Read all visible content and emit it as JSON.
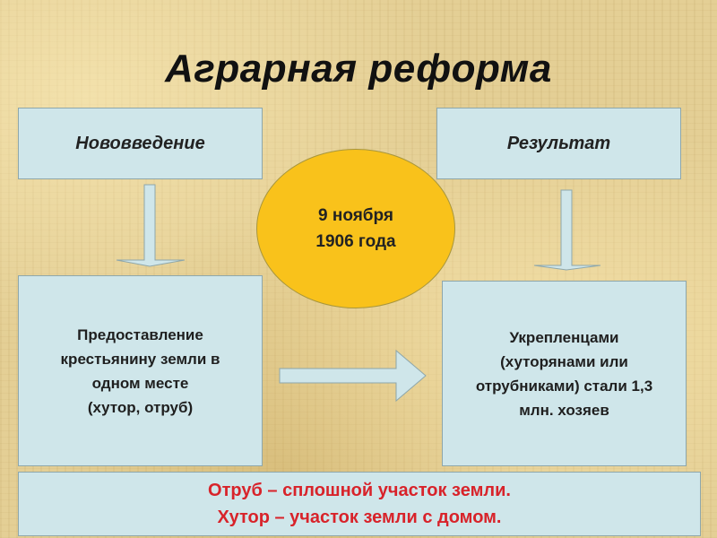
{
  "title": "Аграрная реформа",
  "left_header": "Нововведение",
  "right_header": "Результат",
  "center_date": {
    "line1": "9 ноября",
    "line2": "1906 года"
  },
  "left_body": [
    "Предоставление",
    "крестьянину земли в",
    "одном месте",
    "(хутор, отруб)"
  ],
  "right_body": [
    "Укрепленцами",
    "(хуторянами или",
    "отрубниками) стали 1,3",
    "млн. хозяев"
  ],
  "definitions": [
    "Отруб – сплошной участок земли.",
    "Хутор – участок земли с домом."
  ],
  "colors": {
    "box_fill": "#cfe6ea",
    "circle_fill": "#f9c21b",
    "definition_text": "#d8232a",
    "background": "#e4cf95"
  }
}
